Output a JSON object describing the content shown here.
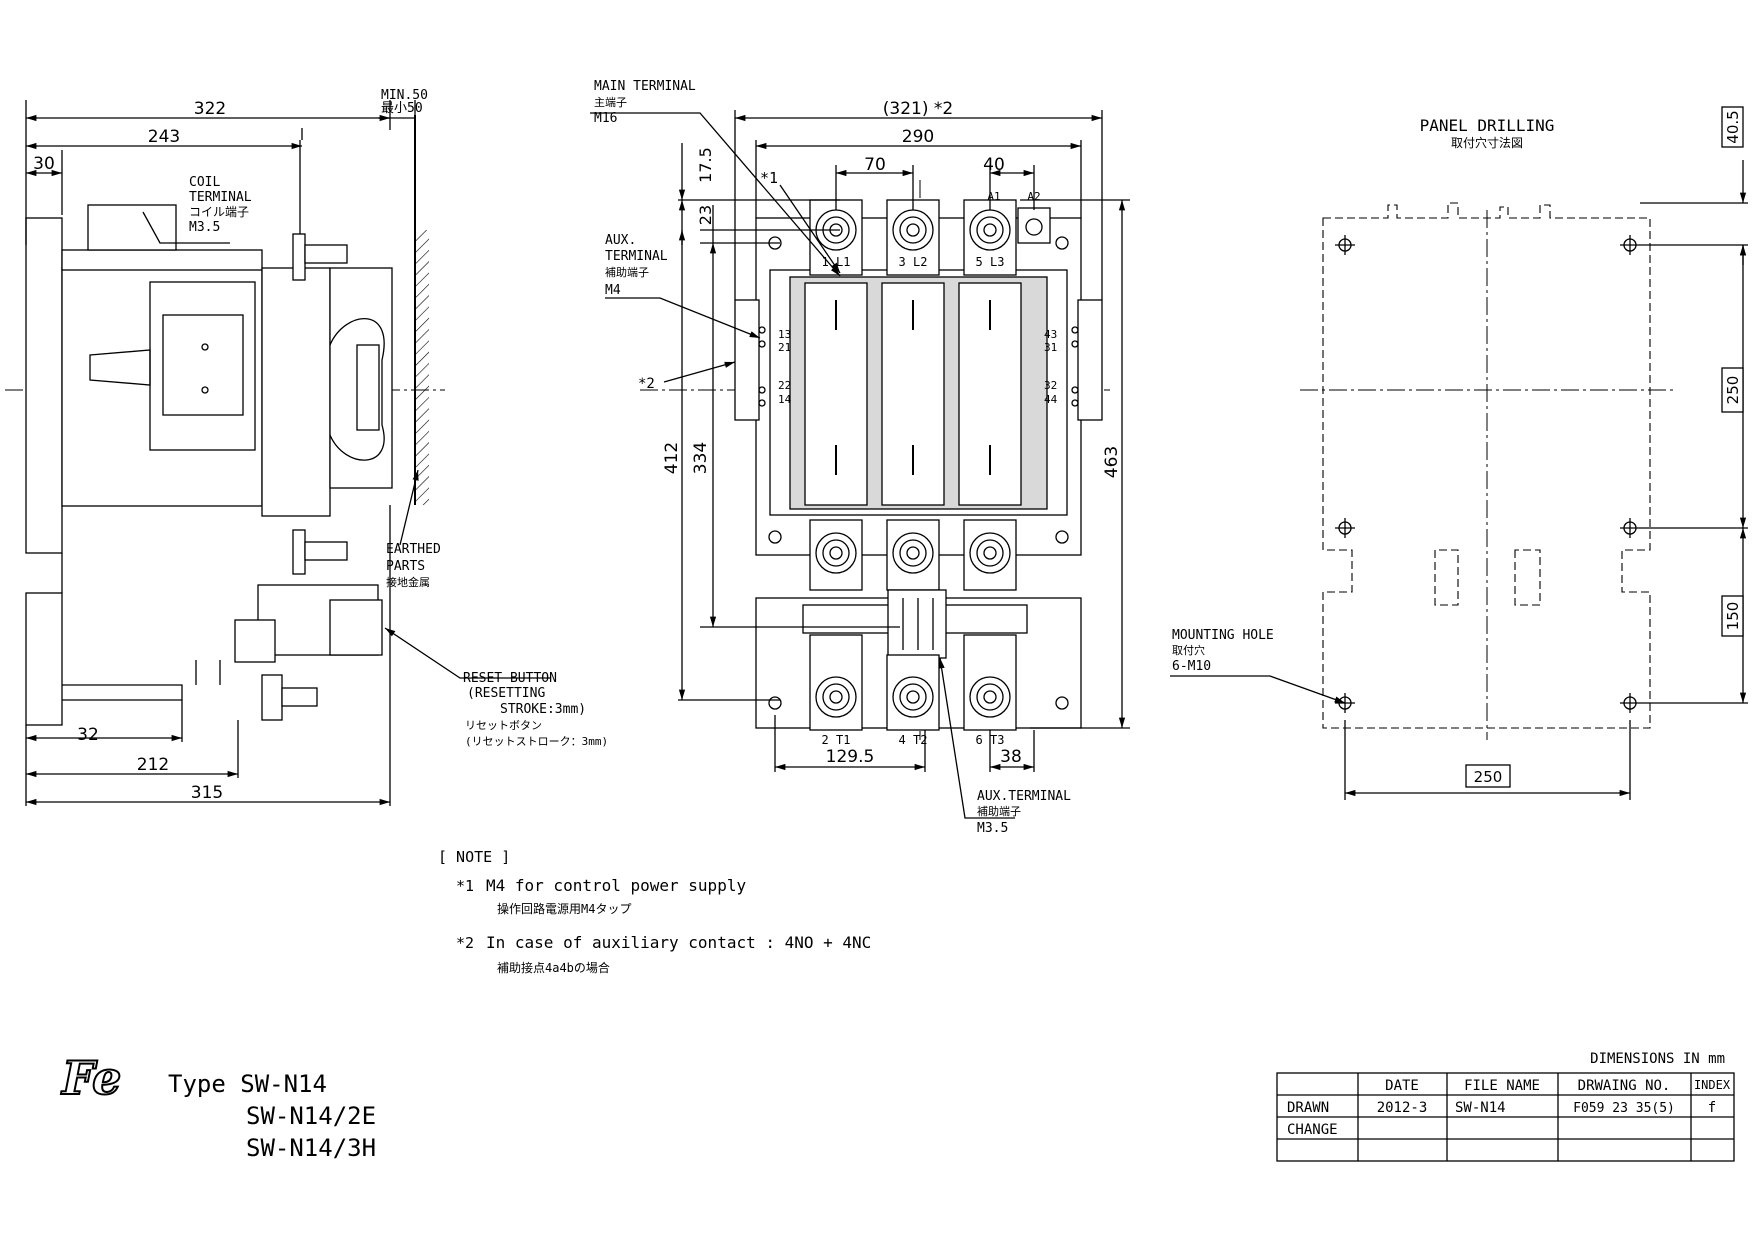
{
  "side_view": {
    "dims": {
      "d322": "322",
      "d243": "243",
      "d30": "30",
      "min50": "MIN.50",
      "min50_jp": "最小50",
      "d32": "32",
      "d212": "212",
      "d315": "315"
    },
    "coil_terminal": {
      "line1": "COIL",
      "line2": "TERMINAL",
      "line3": "コイル端子",
      "line4": "M3.5"
    },
    "earthed_parts": {
      "line1": "EARTHED",
      "line2": "PARTS",
      "line3": "接地金属"
    },
    "reset_button": {
      "line1": "RESET BUTTON",
      "line2": "(RESETTING",
      "line3": "STROKE:3mm)",
      "line4": "リセットボタン",
      "line5": "(リセットストローク：3mm)"
    }
  },
  "front_view": {
    "main_terminal": {
      "line1": "MAIN TERMINAL",
      "line2": "主端子",
      "line3": "M16"
    },
    "aux_terminal_left": {
      "line1": "AUX.",
      "line2": "TERMINAL",
      "line3": "補助端子",
      "line4": "M4"
    },
    "aux_terminal_bottom": {
      "line1": "AUX.TERMINAL",
      "line2": "補助端子",
      "line3": "M3.5"
    },
    "mark1": "*1",
    "mark2": "*2",
    "dims": {
      "d321": "(321) *2",
      "d290": "290",
      "d70": "70",
      "d40": "40",
      "d17_5": "17.5",
      "d23": "23",
      "d412": "412",
      "d334": "334",
      "d463": "463",
      "d129_5": "129.5",
      "d38": "38"
    },
    "terminals_top": [
      "1 L1",
      "3 L2",
      "5 L3"
    ],
    "terminals_bottom": [
      "2 T1",
      "4 T2",
      "6 T3"
    ],
    "coil": {
      "a1": "A1",
      "a2": "A2"
    },
    "aux_left": {
      "n13": "13",
      "n21": "21",
      "n22": "22",
      "n14": "14"
    },
    "aux_right": {
      "n43": "43",
      "n31": "31",
      "n32": "32",
      "n44": "44"
    }
  },
  "panel_drilling": {
    "title": "PANEL DRILLING",
    "title_jp": "取付穴寸法図",
    "mounting_hole": {
      "line1": "MOUNTING HOLE",
      "line2": "取付穴",
      "line3": "6-M10"
    },
    "dims": {
      "d40_5": "40.5",
      "d250v": "250",
      "d150": "150",
      "d250h": "250"
    }
  },
  "notes": {
    "header": "[ NOTE ]",
    "note1_mark": "*1",
    "note1": "M4 for control power supply",
    "note1_jp": "操作回路電源用M4タップ",
    "note2_mark": "*2",
    "note2": "In case of auxiliary contact : 4NO + 4NC",
    "note2_jp": "補助接点4a4bの場合"
  },
  "type_block": {
    "logo": "Fe",
    "line1": "Type SW-N14",
    "line2": "SW-N14/2E",
    "line3": "SW-N14/3H"
  },
  "title_block": {
    "units": "DIMENSIONS IN mm",
    "headers": [
      "",
      "DATE",
      "FILE NAME",
      "DRWAING NO.",
      "INDEX"
    ],
    "rows": [
      [
        "DRAWN",
        "2012-3",
        "SW-N14",
        "F059 23 35(5)",
        "f"
      ],
      [
        "CHANGE",
        "",
        "",
        "",
        ""
      ],
      [
        "",
        "",
        "",
        "",
        ""
      ]
    ]
  }
}
